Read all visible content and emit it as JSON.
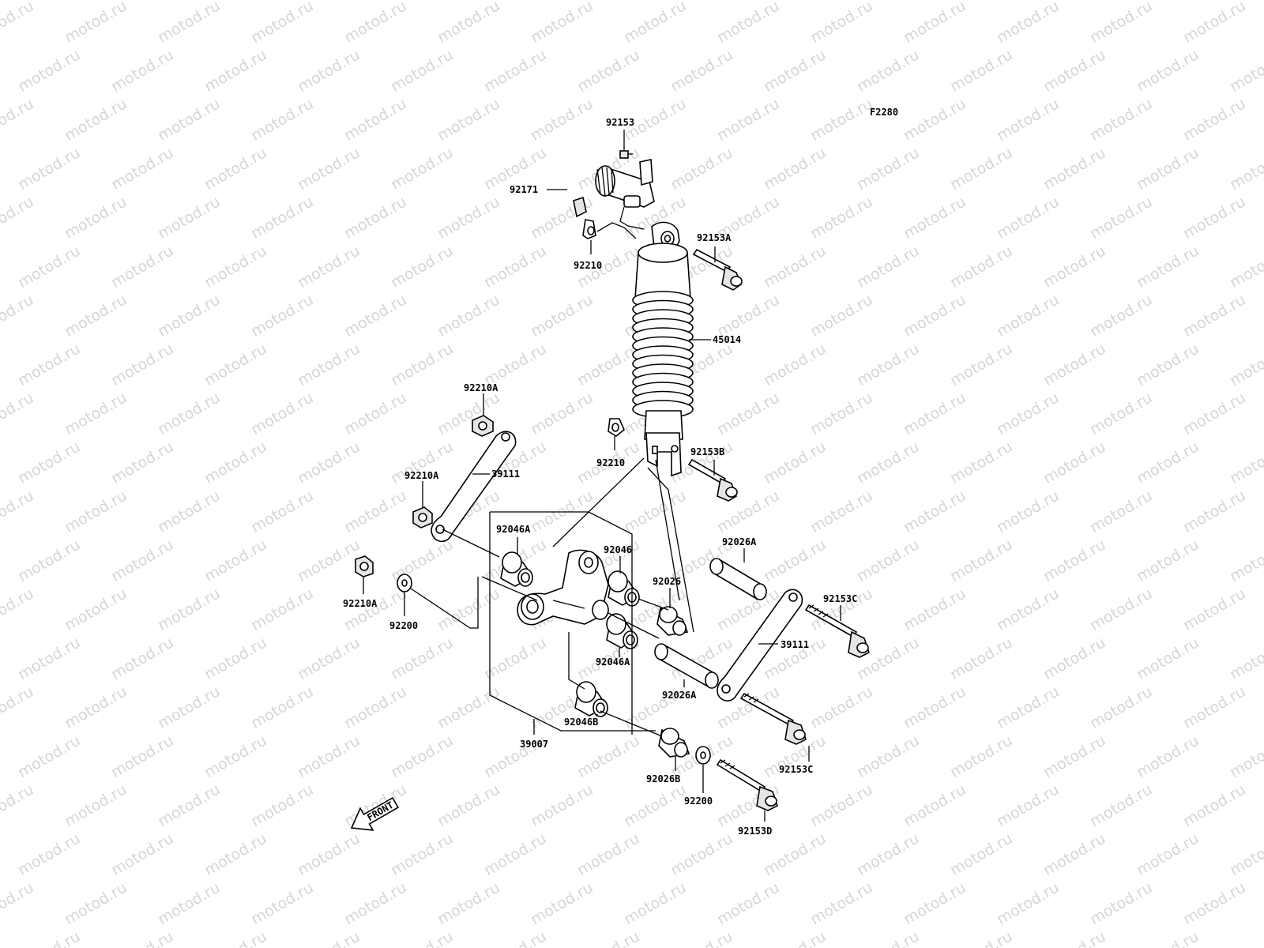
{
  "diagram": {
    "code": "F2280",
    "watermark_text": "motod.ru",
    "front_label": "FRONT",
    "callouts": [
      {
        "id": "c1",
        "text": "92153"
      },
      {
        "id": "c2",
        "text": "92171"
      },
      {
        "id": "c3",
        "text": "92210"
      },
      {
        "id": "c4",
        "text": "92153A"
      },
      {
        "id": "c5",
        "text": "45014"
      },
      {
        "id": "c6",
        "text": "92210A"
      },
      {
        "id": "c7",
        "text": "92210A"
      },
      {
        "id": "c8",
        "text": "39111"
      },
      {
        "id": "c9",
        "text": "92210"
      },
      {
        "id": "c10",
        "text": "92153B"
      },
      {
        "id": "c11",
        "text": "92046A"
      },
      {
        "id": "c12",
        "text": "92046"
      },
      {
        "id": "c13",
        "text": "92026"
      },
      {
        "id": "c14",
        "text": "92026A"
      },
      {
        "id": "c15",
        "text": "92210A"
      },
      {
        "id": "c16",
        "text": "92200"
      },
      {
        "id": "c17",
        "text": "92153C"
      },
      {
        "id": "c18",
        "text": "39111"
      },
      {
        "id": "c19",
        "text": "92046A"
      },
      {
        "id": "c20",
        "text": "92026A"
      },
      {
        "id": "c21",
        "text": "92046B"
      },
      {
        "id": "c22",
        "text": "39007"
      },
      {
        "id": "c23",
        "text": "92153C"
      },
      {
        "id": "c24",
        "text": "92026B"
      },
      {
        "id": "c25",
        "text": "92200"
      },
      {
        "id": "c26",
        "text": "92153D"
      }
    ]
  }
}
